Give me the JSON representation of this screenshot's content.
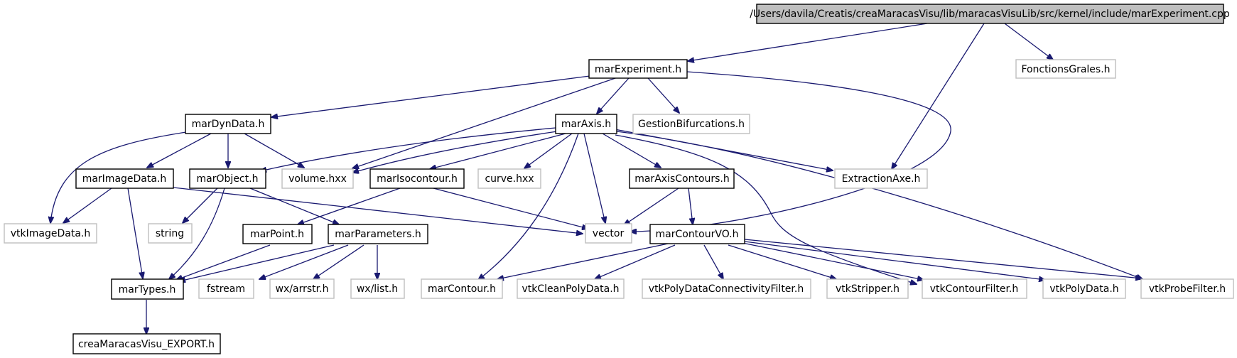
{
  "graph": {
    "colors": {
      "edge": "#191970",
      "root_fill": "#bfbfbf",
      "external_border": "#bfbfbf",
      "internal_border": "#000000"
    },
    "nodes": {
      "root": "/Users/davila/Creatis/creaMaracasVisu/lib/maracasVisuLib/src/kernel/include/marExperiment.cpp",
      "marExperiment": "marExperiment.h",
      "FonctionsGrales": "FonctionsGrales.h",
      "marDynData": "marDynData.h",
      "marAxis": "marAxis.h",
      "GestionBifurcations": "GestionBifurcations.h",
      "marImageData": "marImageData.h",
      "marObject": "marObject.h",
      "volume": "volume.hxx",
      "marIsocontour": "marIsocontour.h",
      "curve": "curve.hxx",
      "marAxisContours": "marAxisContours.h",
      "ExtractionAxe": "ExtractionAxe.h",
      "vtkImageData": "vtkImageData.h",
      "string": "string",
      "marPoint": "marPoint.h",
      "marParameters": "marParameters.h",
      "vector": "vector",
      "marContourVO": "marContourVO.h",
      "marTypes": "marTypes.h",
      "fstream": "fstream",
      "wxarrstr": "wx/arrstr.h",
      "wxlist": "wx/list.h",
      "marContour": "marContour.h",
      "vtkCleanPolyData": "vtkCleanPolyData.h",
      "vtkPolyDataConnectivityFilter": "vtkPolyDataConnectivityFilter.h",
      "vtkStripper": "vtkStripper.h",
      "vtkContourFilter": "vtkContourFilter.h",
      "vtkPolyData": "vtkPolyData.h",
      "vtkProbeFilter": "vtkProbeFilter.h",
      "creaMaracasVisuExport": "creaMaracasVisu_EXPORT.h"
    }
  }
}
